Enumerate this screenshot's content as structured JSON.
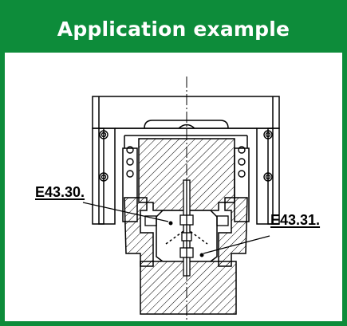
{
  "header": {
    "title": "Application example"
  },
  "colors": {
    "frame": "#0d8c3a",
    "title_text": "#ffffff",
    "hatch": "#000000"
  },
  "callouts": {
    "left_label": "E43.30.",
    "right_label": "E43.31."
  }
}
